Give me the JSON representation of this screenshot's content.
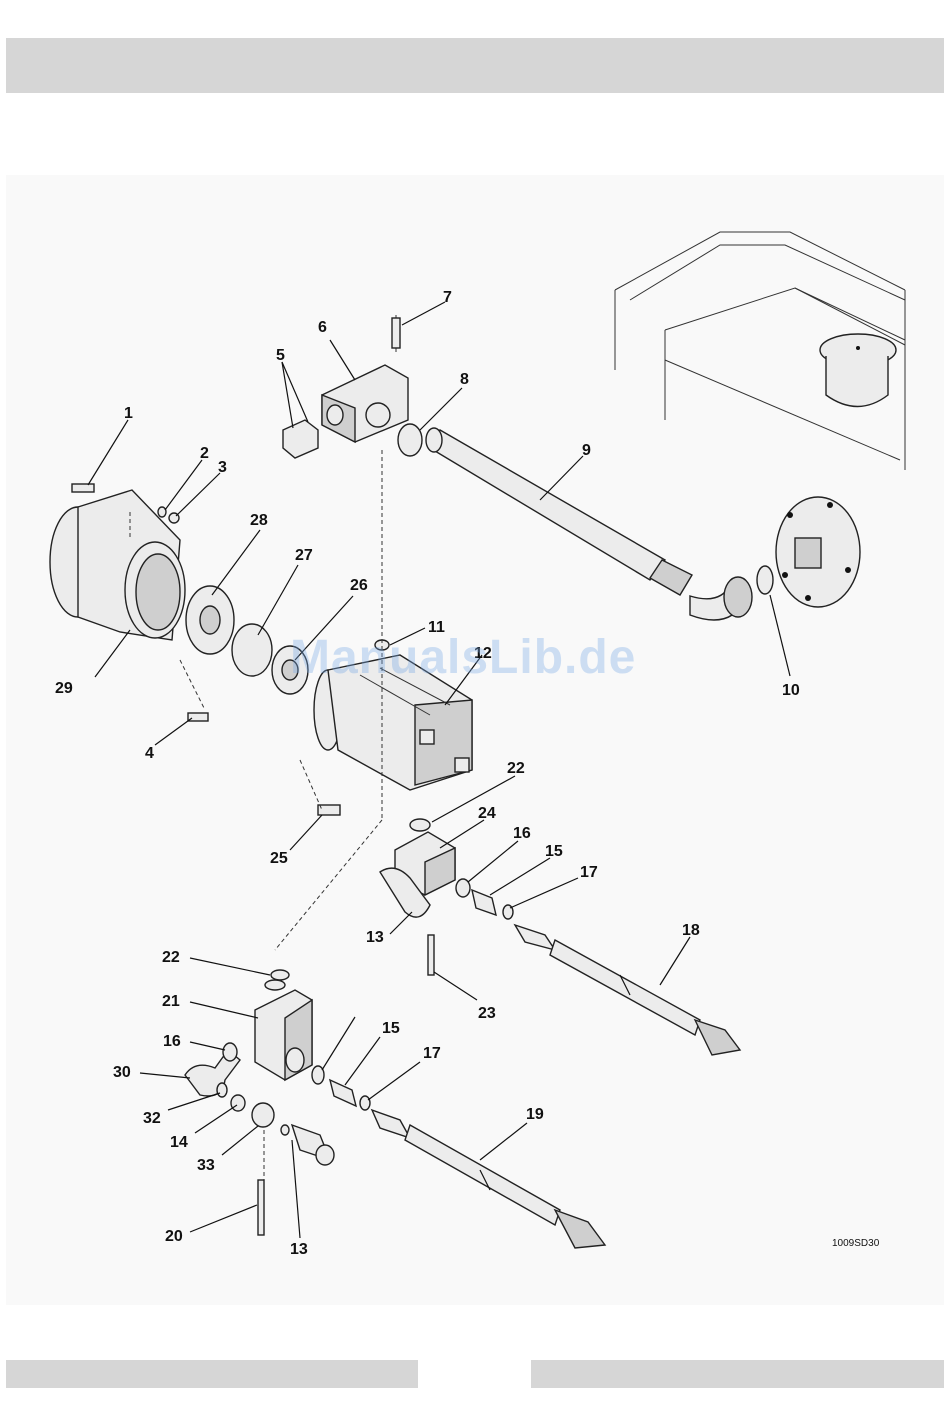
{
  "diagram": {
    "watermark": "ManualsLib.de",
    "drawing_code": "1009SD30",
    "callouts": [
      "1",
      "2",
      "3",
      "4",
      "5",
      "6",
      "7",
      "8",
      "9",
      "10",
      "11",
      "12",
      "13",
      "13",
      "14",
      "15",
      "15",
      "16",
      "16",
      "17",
      "17",
      "18",
      "19",
      "20",
      "21",
      "22",
      "22",
      "23",
      "24",
      "25",
      "26",
      "27",
      "28",
      "29",
      "30",
      "32",
      "33"
    ]
  }
}
